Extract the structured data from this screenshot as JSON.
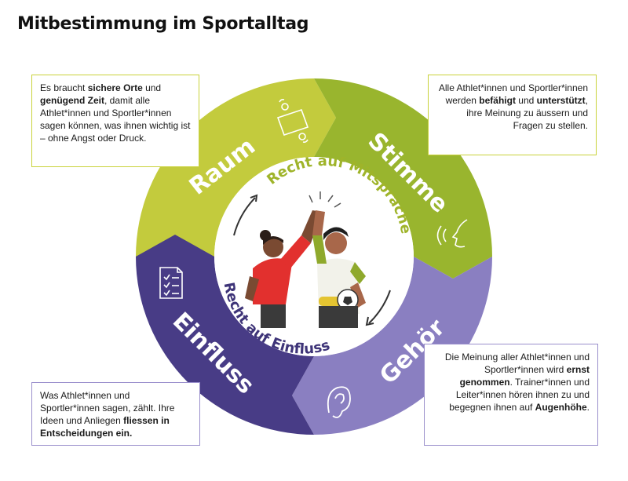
{
  "title": "Mitbestimmung im Sportalltag",
  "colors": {
    "raum": "#c3cb3d",
    "stimme": "#99b52e",
    "gehoer": "#8a7fc1",
    "einfluss": "#483c86",
    "mitsprache_text": "#9fb42a",
    "einfluss_text": "#3e3478"
  },
  "segments": {
    "raum": "Raum",
    "stimme": "Stimme",
    "gehoer": "Gehör",
    "einfluss": "Einfluss"
  },
  "inner": {
    "top": "Recht auf Mitsprache",
    "bottom": "Recht auf Einfluss"
  },
  "boxes": {
    "raum": {
      "t1": "Es braucht ",
      "b1": "sichere Orte",
      "t2": " und ",
      "b2": "genügend Zeit",
      "t3": ", damit alle Athlet*innen und Sportler*innen sagen können, was ihnen wichtig ist – ohne Angst oder Druck."
    },
    "stimme": {
      "t1": "Alle Athlet*innen und Sportler*innen werden ",
      "b1": "befähigt",
      "t2": " und ",
      "b2": "unterstützt",
      "t3": ", ihre Meinung zu äussern und Fragen zu stellen."
    },
    "gehoer": {
      "t1": "Die Meinung aller Athlet*innen und Sportler*innen wird ",
      "b1": "ernst genommen",
      "t2": ". Trainer*innen und Leiter*innen hören ihnen zu und begegnen ihnen auf ",
      "b2": "Augenhöhe",
      "t3": "."
    },
    "einfluss": {
      "t1": "Was Athlet*innen und Sportler*innen sagen, zählt. Ihre Ideen und Anliegen ",
      "b1": "fliessen in Entscheidungen ein."
    }
  },
  "icons": [
    "two-people-swap-icon",
    "speaking-head-icon",
    "ear-icon",
    "checklist-icon"
  ]
}
